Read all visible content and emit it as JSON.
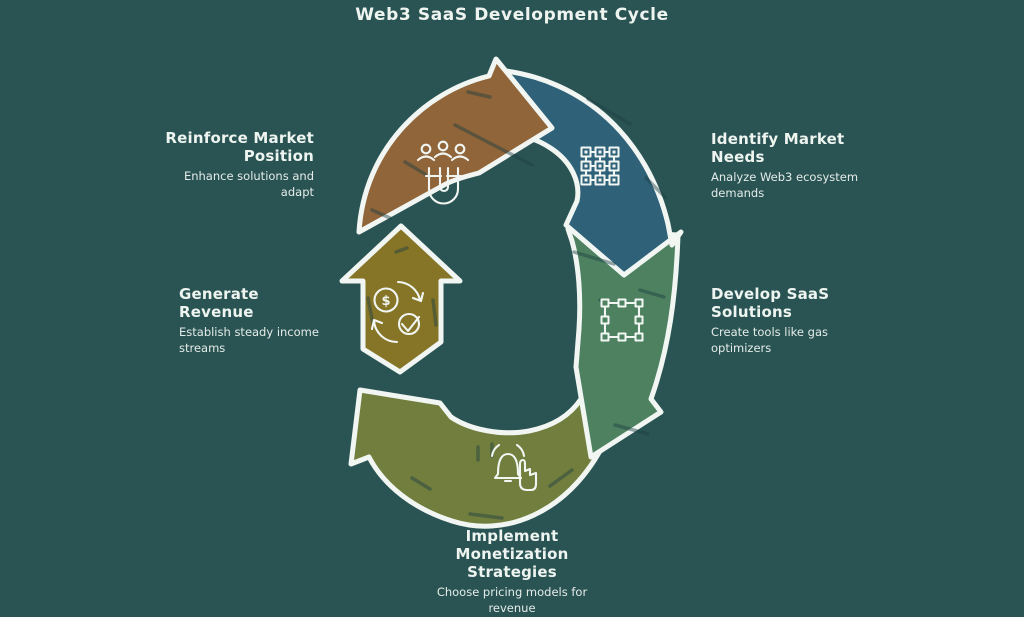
{
  "title": "Web3 SaaS Development Cycle",
  "colors": {
    "background": "#2a5453",
    "outline": "#f1f6f3",
    "text": "#eef4f0",
    "scratch": "#1d3f42"
  },
  "diagram": {
    "type": "cycle",
    "direction": "clockwise",
    "segment_count": 5
  },
  "steps": [
    {
      "label": "Identify Market Needs",
      "description": "Analyze Web3 ecosystem demands",
      "icon": "qr-grid-icon",
      "color": "#2f6278",
      "position": "top-right"
    },
    {
      "label": "Develop SaaS Solutions",
      "description": "Create tools like gas optimizers",
      "icon": "artboard-frame-icon",
      "color": "#4d8160",
      "position": "right"
    },
    {
      "label": "Implement Monetization Strategies",
      "description": "Choose pricing models for revenue",
      "icon": "bell-subscribe-icon",
      "color": "#727e3e",
      "position": "bottom"
    },
    {
      "label": "Generate Revenue",
      "description": "Establish steady income streams",
      "icon": "coin-dollar-check-icon",
      "icon_symbol": "$",
      "color": "#867527",
      "position": "left"
    },
    {
      "label": "Reinforce Market Position",
      "description": "Enhance solutions and adapt",
      "icon": "magnet-people-icon",
      "color": "#91653a",
      "position": "top-left"
    }
  ]
}
